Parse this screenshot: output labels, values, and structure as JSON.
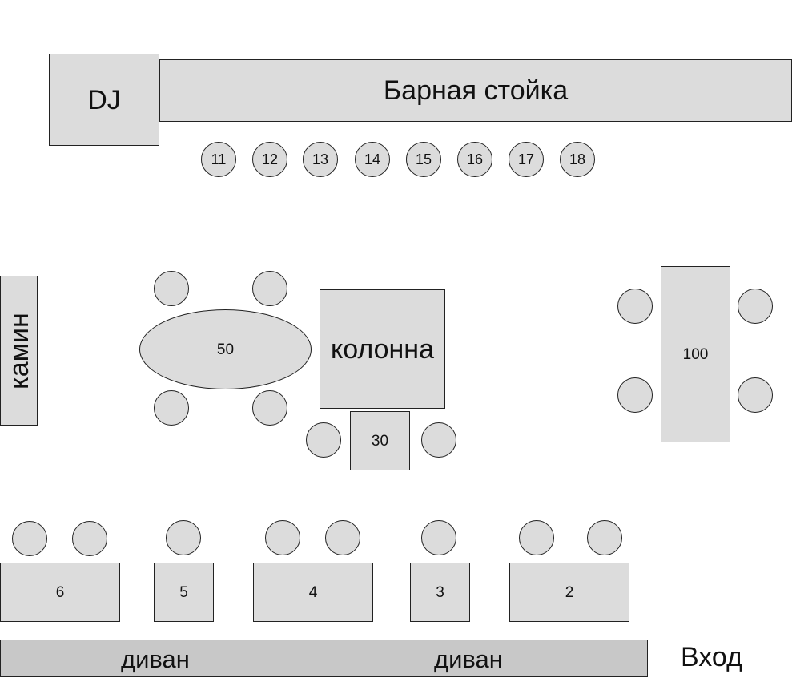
{
  "bar": {
    "dj_label": "DJ",
    "counter_label": "Барная стойка",
    "stools": [
      "11",
      "12",
      "13",
      "14",
      "15",
      "16",
      "17",
      "18"
    ]
  },
  "fireplace_label": "камин",
  "column_label": "колонна",
  "tables": {
    "t50": "50",
    "t30": "30",
    "t100": "100",
    "t6": "6",
    "t5": "5",
    "t4": "4",
    "t3": "3",
    "t2": "2"
  },
  "sofa_label": "диван",
  "entrance_label": "Вход",
  "colors": {
    "fill": "#dcdcdc",
    "sofa_fill": "#c8c8c8",
    "stroke": "#222222"
  }
}
